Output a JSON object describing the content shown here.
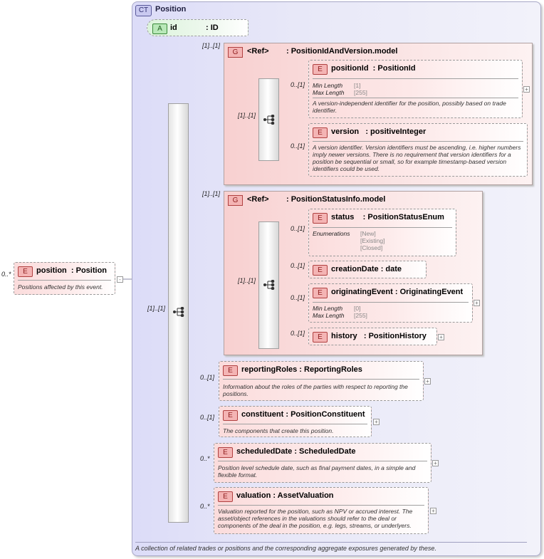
{
  "complex_type": {
    "badge": "CT",
    "title": "Position",
    "documentation": "A collection of related trades or positions and the corresponding aggregate exposures generated by these."
  },
  "root_element": {
    "badge": "E",
    "name": "position",
    "type": ": Position",
    "cardinality": "0..*",
    "documentation": "Positions affected by this event."
  },
  "attribute": {
    "badge": "A",
    "name": "id",
    "type": ": ID"
  },
  "main_sequence": {
    "cardinality": "[1]..[1]"
  },
  "groups": [
    {
      "badge": "G",
      "ref_label": "<Ref>",
      "name": ": PositionIdAndVersion.model",
      "cardinality": "[1]..[1]",
      "sequence_cardinality": "[1]..[1]",
      "elements": [
        {
          "badge": "E",
          "name": "positionId",
          "type": ": PositionId",
          "cardinality": "0..[1]",
          "facets": [
            {
              "label": "Min Length",
              "value": "[1]"
            },
            {
              "label": "Max Length",
              "value": "[255]"
            }
          ],
          "documentation": "A version-independent identifier for the position, possibly based on trade identifier."
        },
        {
          "badge": "E",
          "name": "version",
          "type": ": positiveInteger",
          "cardinality": "0..[1]",
          "documentation": "A version identifier. Version identifiers must be ascending, i.e. higher numbers imply newer versions. There is no requirement that version identifiers for a position be sequential or small, so for example timestamp-based version identifiers could be used."
        }
      ]
    },
    {
      "badge": "G",
      "ref_label": "<Ref>",
      "name": ": PositionStatusInfo.model",
      "cardinality": "[1]..[1]",
      "sequence_cardinality": "[1]..[1]",
      "elements": [
        {
          "badge": "E",
          "name": "status",
          "type": ": PositionStatusEnum",
          "cardinality": "0..[1]",
          "enumerations_label": "Enumerations",
          "enumerations": [
            "[New]",
            "[Existing]",
            "[Closed]"
          ]
        },
        {
          "badge": "E",
          "name": "creationDate",
          "type": ": date",
          "cardinality": "0..[1]"
        },
        {
          "badge": "E",
          "name": "originatingEvent",
          "type": ": OriginatingEvent",
          "cardinality": "0..[1]",
          "facets": [
            {
              "label": "Min Length",
              "value": "[0]"
            },
            {
              "label": "Max Length",
              "value": "[255]"
            }
          ]
        },
        {
          "badge": "E",
          "name": "history",
          "type": ": PositionHistory",
          "cardinality": "0..[1]"
        }
      ]
    }
  ],
  "children": [
    {
      "badge": "E",
      "name": "reportingRoles",
      "type": ": ReportingRoles",
      "cardinality": "0..[1]",
      "documentation": "Information about the roles of the parties with respect to reporting the positions."
    },
    {
      "badge": "E",
      "name": "constituent",
      "type": ": PositionConstituent",
      "cardinality": "0..[1]",
      "documentation": "The components that create this position."
    },
    {
      "badge": "E",
      "name": "scheduledDate",
      "type": ": ScheduledDate",
      "cardinality": "0..*",
      "documentation": "Position level schedule date, such as final payment dates, in a simple and flexible format."
    },
    {
      "badge": "E",
      "name": "valuation",
      "type": ": AssetValuation",
      "cardinality": "0..*",
      "documentation": "Valuation reported for the position, such as NPV or accrued interest. The asset/object references in the valuations should refer to the deal or components of the deal in the position, e.g. legs, streams, or underlyers."
    }
  ],
  "expand_symbol": "+",
  "collapse_symbol": "-"
}
